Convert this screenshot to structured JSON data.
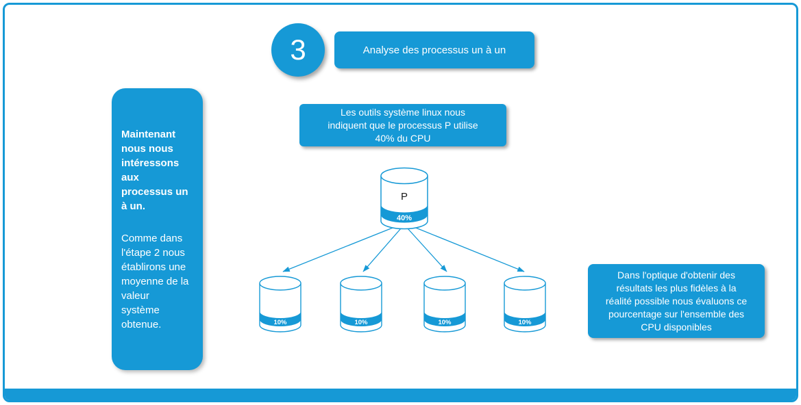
{
  "colors": {
    "accent": "#1699d6"
  },
  "step": {
    "number": "3",
    "title": "Analyse des processus un à un"
  },
  "left_panel": {
    "intro": "Maintenant\nnous nous\nintéressons\naux\nprocessus un\nà un.",
    "body": "Comme dans\nl'étape 2 nous\nétablirons une\nmoyenne de la\nvaleur\nsystème\nobtenue."
  },
  "notes": {
    "top": "Les outils système linux nous\nindiquent que le processus P utilise\n40% du CPU",
    "right": "Dans l'optique d'obtenir des\nrésultats les plus fidèles à la\nréalité possible nous évaluons ce\npourcentage sur l'ensemble des\nCPU disponibles"
  },
  "process": {
    "label": "P",
    "usage": "40%"
  },
  "cpus": [
    {
      "usage": "10%"
    },
    {
      "usage": "10%"
    },
    {
      "usage": "10%"
    },
    {
      "usage": "10%"
    }
  ]
}
